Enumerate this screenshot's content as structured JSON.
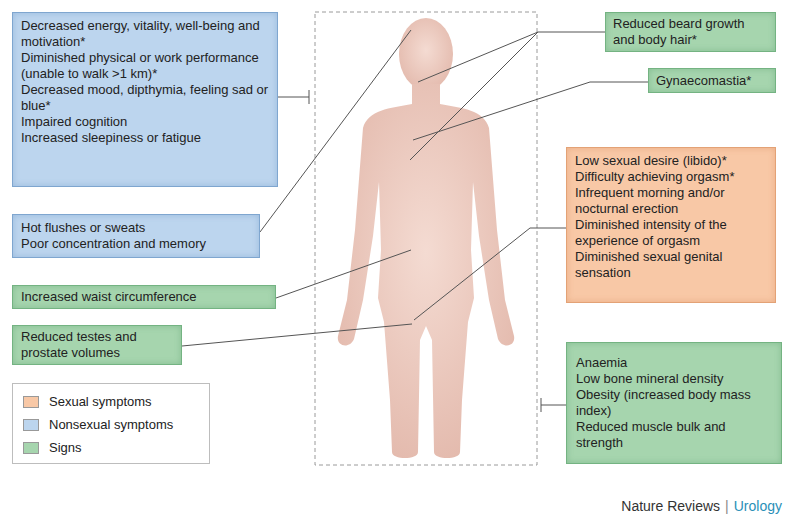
{
  "diagram": {
    "nodes": [
      {
        "text": [
          "Decreased energy, vitality, well-being and motivation*",
          "Diminished physical or work performance (unable to walk >1 km)*",
          "Decreased mood, dipthymia, feeling sad or blue*",
          "Impaired cognition",
          "Increased sleepiness or fatigue"
        ]
      },
      {
        "text": [
          "Reduced beard growth and body hair*"
        ]
      },
      {
        "text": [
          "Gynaecomastia*"
        ]
      },
      {
        "text": [
          "Hot flushes or sweats",
          "Poor concentration and memory"
        ]
      },
      {
        "text": [
          "Low sexual desire (libido)*",
          "Difficulty achieving orgasm*",
          "Infrequent morning and/or nocturnal erection",
          "Diminished intensity of the experience of orgasm",
          "Diminished sexual genital sensation"
        ]
      },
      {
        "text": [
          "Increased waist circumference"
        ]
      },
      {
        "text": [
          "Reduced testes and prostate volumes"
        ]
      },
      {
        "text": [
          "Anaemia",
          "Low bone mineral density",
          "Obesity (increased body mass index)",
          "Reduced muscle bulk and strength"
        ]
      }
    ],
    "labels": [
      "Nature Reviews",
      "|",
      "Urology"
    ],
    "legend": [
      {
        "text": "Sexual symptoms",
        "color": "#f8c8a6"
      },
      {
        "text": "Nonsexual symptoms",
        "color": "#bcd5ee"
      },
      {
        "text": "Signs",
        "color": "#a6d5ae"
      }
    ]
  }
}
